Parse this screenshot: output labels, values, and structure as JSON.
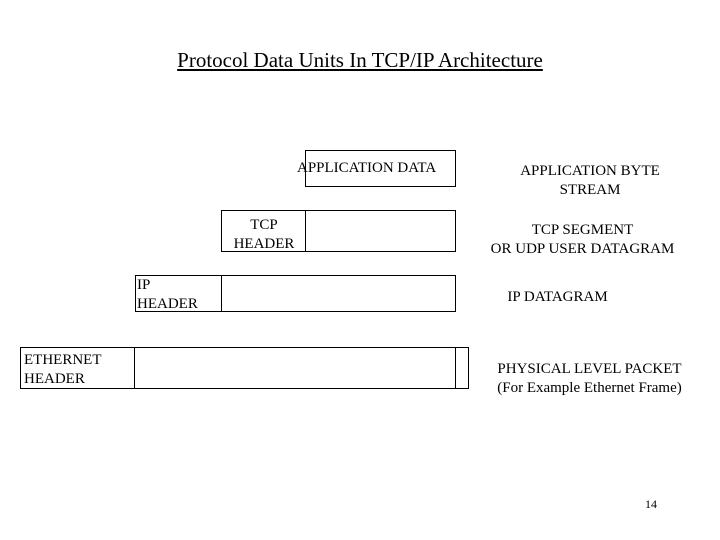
{
  "title": "Protocol Data Units In TCP/IP Architecture",
  "layers": [
    {
      "header_label": "",
      "data_label": "APPLICATION  DATA",
      "description": "APPLICATION  BYTE\nSTREAM"
    },
    {
      "header_label": "TCP\nHEADER",
      "data_label": "",
      "description": "TCP SEGMENT\nOR UDP USER DATAGRAM"
    },
    {
      "header_label": "IP\nHEADER",
      "data_label": "",
      "description": "IP  DATAGRAM"
    },
    {
      "header_label": "ETHERNET\nHEADER",
      "data_label": "",
      "description": "PHYSICAL  LEVEL PACKET\n(For Example Ethernet Frame)"
    }
  ],
  "page_number": "14"
}
